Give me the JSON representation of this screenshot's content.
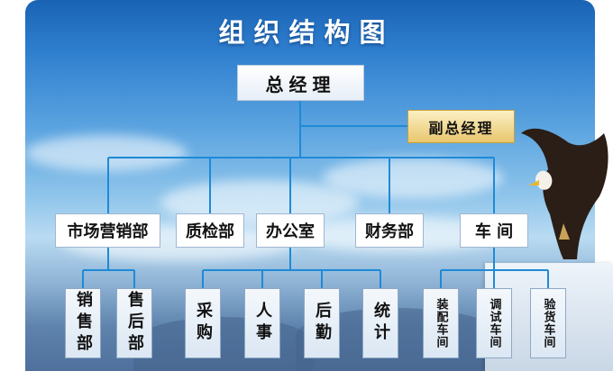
{
  "title": "组织结构图",
  "top": {
    "label": "总经理"
  },
  "vice": {
    "label": "副总经理"
  },
  "departments": [
    {
      "label": "市场营销部"
    },
    {
      "label": "质检部"
    },
    {
      "label": "办公室"
    },
    {
      "label": "财务部"
    },
    {
      "label": "车 间"
    }
  ],
  "sub_units": [
    {
      "label": "销售部"
    },
    {
      "label": "售后部"
    },
    {
      "label": "采购"
    },
    {
      "label": "人事"
    },
    {
      "label": "后勤"
    },
    {
      "label": "统计"
    },
    {
      "label": "装配车间"
    },
    {
      "label": "调试车间"
    },
    {
      "label": "验货车间"
    }
  ],
  "colors": {
    "line": "#1e8ad6",
    "vice_fill": "#f0d58a",
    "sky": "#2f7fcf"
  }
}
